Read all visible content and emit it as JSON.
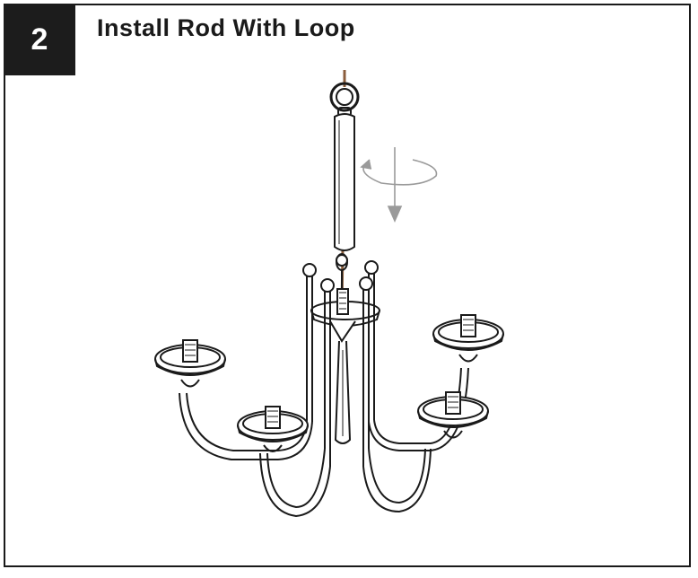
{
  "step": {
    "number": "2",
    "title": "Install Rod With Loop"
  },
  "colors": {
    "line": "#1a1a1a",
    "rod": "#8b5e3c",
    "arrow": "#9a9a9a",
    "step_box": "#1c1c1c"
  },
  "icons": [
    "loop-icon",
    "rotate-arrow-icon",
    "down-arrow-icon",
    "chandelier-illustration"
  ]
}
